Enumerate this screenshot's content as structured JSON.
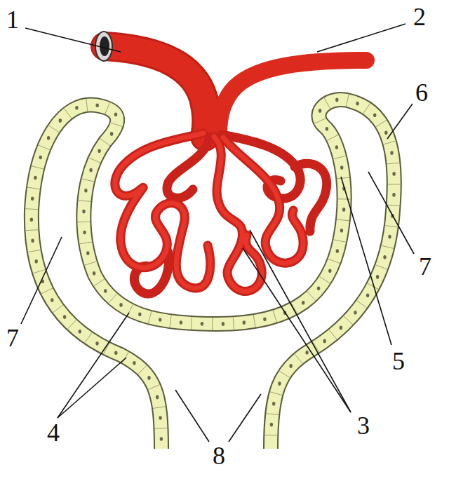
{
  "diagram": {
    "labels": [
      "1",
      "2",
      "6",
      "7",
      "7",
      "5",
      "3",
      "4",
      "8"
    ]
  }
}
